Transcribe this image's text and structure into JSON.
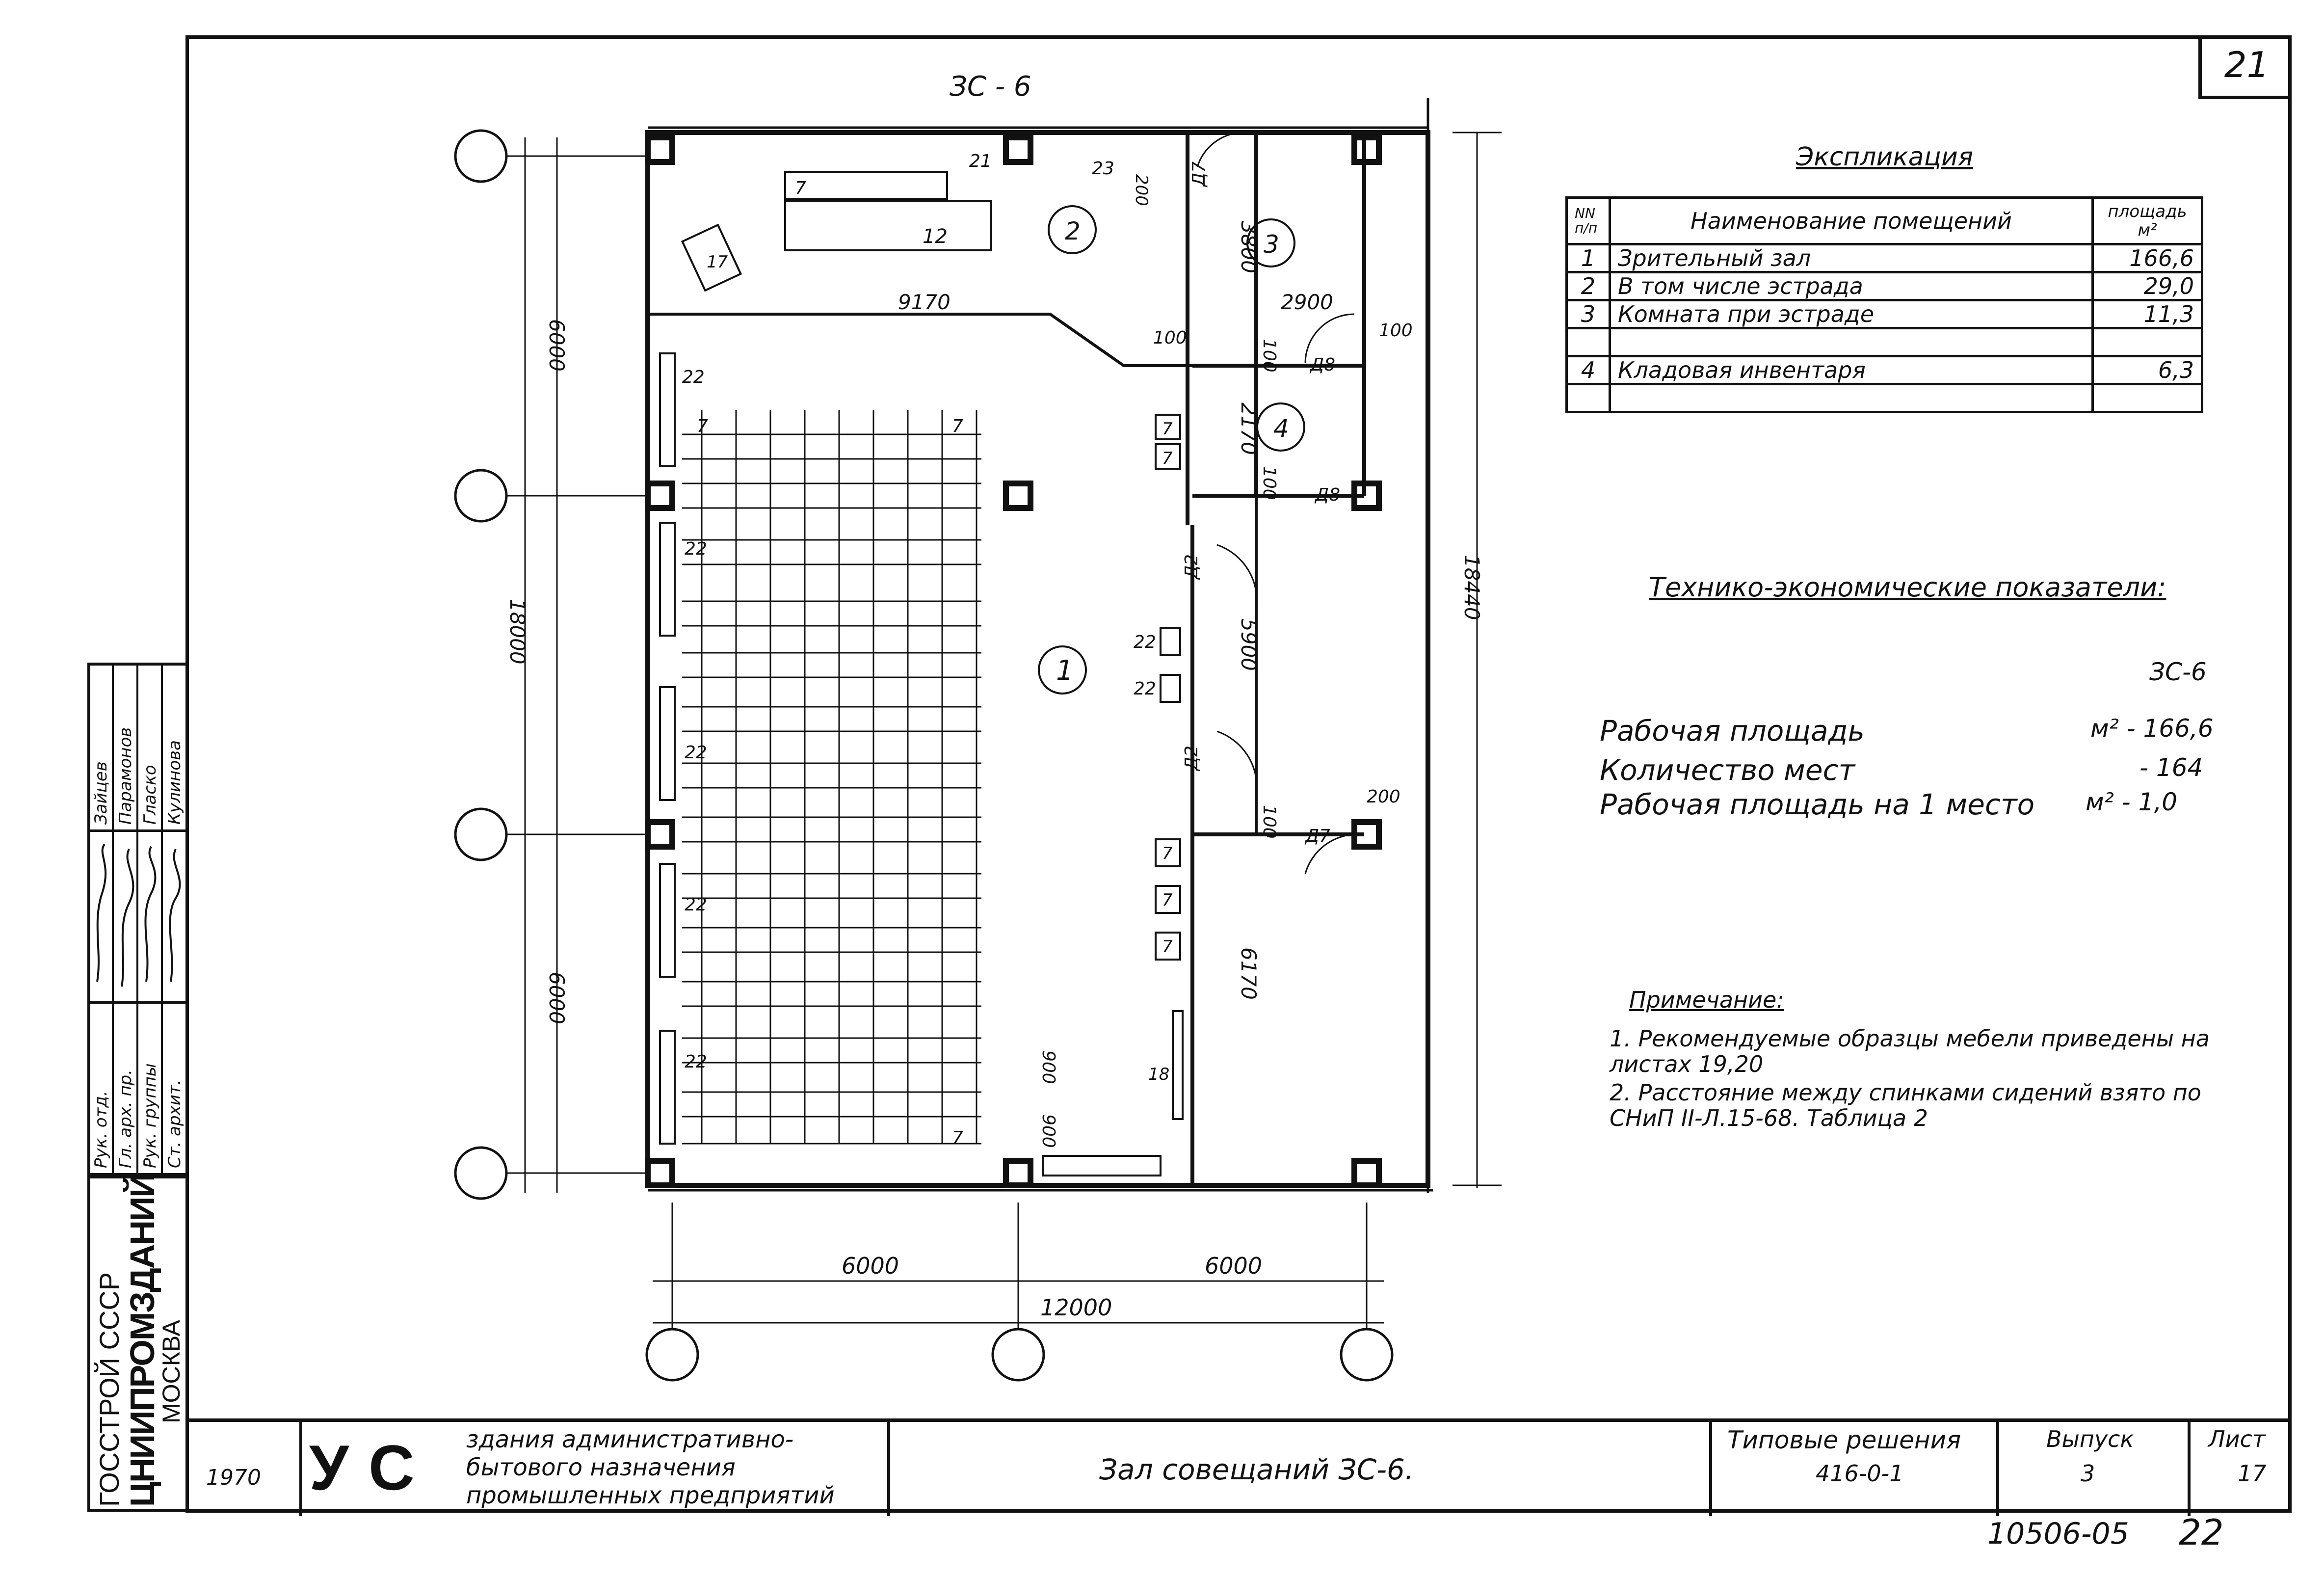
{
  "sheet": {
    "page_number": "21",
    "plan_title": "ЗС - 6",
    "footer_number": "10506-05",
    "footer_page": "22"
  },
  "explication": {
    "title": "Экспликация",
    "headers": {
      "num": "NN п/п",
      "name": "Наименование помещений",
      "area": "площадь м²"
    },
    "rows": [
      {
        "num": "1",
        "name": "Зрительный зал",
        "area": "166,6"
      },
      {
        "num": "2",
        "name": "В том числе эстрада",
        "area": "29,0"
      },
      {
        "num": "3",
        "name": "Комната при эстраде",
        "area": "11,3"
      },
      {
        "num": "",
        "name": "",
        "area": ""
      },
      {
        "num": "4",
        "name": "Кладовая инвентаря",
        "area": "6,3"
      },
      {
        "num": "",
        "name": "",
        "area": ""
      }
    ]
  },
  "tech": {
    "title": "Технико-экономические показатели:",
    "code": "ЗС-6",
    "rows": [
      {
        "label": "Рабочая площадь",
        "value": "м² - 166,6"
      },
      {
        "label": "Количество мест",
        "value": "- 164"
      },
      {
        "label": "Рабочая площадь на 1 место",
        "value": "м² - 1,0"
      }
    ]
  },
  "notes": {
    "title": "Примечание:",
    "items": [
      "1. Рекомендуемые образцы мебели приведены на листах 19,20",
      "2. Расстояние между спинками сидений взято по СНиП II-Л.15-68. Таблица 2"
    ]
  },
  "plan_labels": {
    "dims": [
      "6000",
      "18000",
      "6000",
      "18440",
      "9170",
      "2900",
      "3800",
      "2170",
      "5900",
      "6170",
      "100",
      "100",
      "100",
      "100",
      "100",
      "200",
      "900",
      "900",
      "6000",
      "6000",
      "12000",
      "23",
      "200"
    ],
    "rooms": [
      "1",
      "2",
      "3",
      "4"
    ],
    "marks": [
      "21",
      "7",
      "12",
      "17",
      "22",
      "22",
      "22",
      "22",
      "22",
      "22",
      "22",
      "7",
      "7",
      "7",
      "7",
      "7",
      "7",
      "7",
      "7",
      "18",
      "Д7",
      "Д8",
      "Д8",
      "Д2",
      "Д2",
      "Д7"
    ]
  },
  "stamp": {
    "org_line1": "ГОССТРОЙ СССР",
    "org_line2": "ЦНИИПРОМЗДАНИЙ",
    "org_line3": "МОСКВА",
    "roles": [
      "Рук. отд.",
      "Гл. арх. пр.",
      "Рук. группы",
      "Ст. архит."
    ],
    "names": [
      "Зайцев",
      "Парамонов",
      "Гласко",
      "Кулинова"
    ],
    "year": "1970",
    "series_letters": "УС",
    "subject": [
      "здания административно-",
      "бытового назначения",
      "промышленных предприятий"
    ],
    "title": "Зал совещаний ЗС-6.",
    "typical_label": "Типовые решения",
    "typical_code": "416-0-1",
    "issue_label": "Выпуск",
    "issue_value": "3",
    "sheet_label": "Лист",
    "sheet_value": "17"
  },
  "colors": {
    "ink": "#111111",
    "paper": "#ffffff"
  }
}
